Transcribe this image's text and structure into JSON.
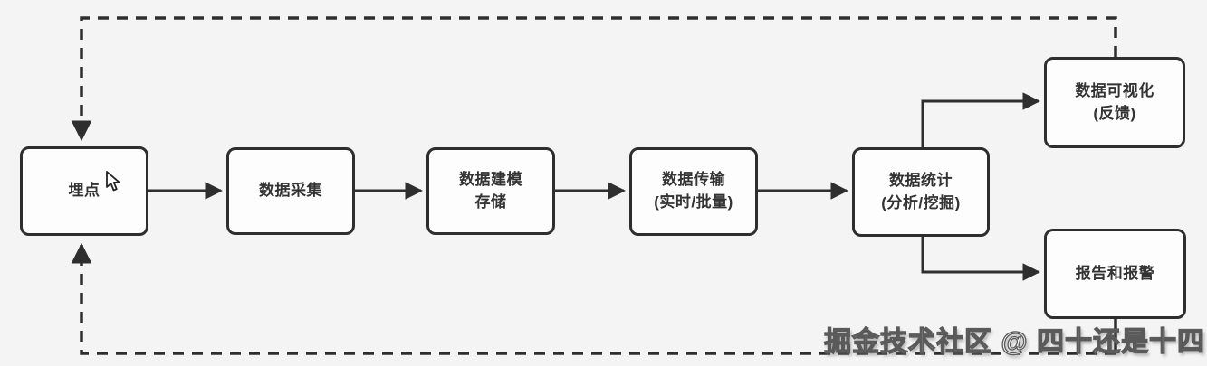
{
  "diagram": {
    "type": "flowchart",
    "background_color": "#f4f4f4",
    "node_border_color": "#2e2e2e",
    "node_fill_color": "#fdfdfd",
    "arrow_color": "#2e2e2e",
    "nodes": [
      {
        "id": "tracking",
        "label": "埋点"
      },
      {
        "id": "collection",
        "label": "数据采集"
      },
      {
        "id": "modeling",
        "label": "数据建模\n存储"
      },
      {
        "id": "transmission",
        "label": "数据传输\n(实时/批量)"
      },
      {
        "id": "statistics",
        "label": "数据统计\n(分析/挖掘)"
      },
      {
        "id": "visualization",
        "label": "数据可视化\n(反馈)"
      },
      {
        "id": "report",
        "label": "报告和报警"
      }
    ],
    "edges": [
      {
        "from": "埋点",
        "to": "数据采集",
        "style": "solid"
      },
      {
        "from": "数据采集",
        "to": "数据建模存储",
        "style": "solid"
      },
      {
        "from": "数据建模存储",
        "to": "数据传输(实时/批量)",
        "style": "solid"
      },
      {
        "from": "数据传输(实时/批量)",
        "to": "数据统计(分析/挖掘)",
        "style": "solid"
      },
      {
        "from": "数据统计(分析/挖掘)",
        "to": "数据可视化(反馈)",
        "style": "solid"
      },
      {
        "from": "数据统计(分析/挖掘)",
        "to": "报告和报警",
        "style": "solid"
      },
      {
        "from": "数据可视化(反馈)",
        "to": "埋点",
        "style": "dashed"
      },
      {
        "from": "报告和报警",
        "to": "埋点",
        "style": "dashed"
      }
    ],
    "icons": [
      {
        "name": "mouse-cursor-icon",
        "on_node": "埋点"
      }
    ]
  },
  "watermark": {
    "text": "掘金技术社区 @ 四十还是十四"
  }
}
